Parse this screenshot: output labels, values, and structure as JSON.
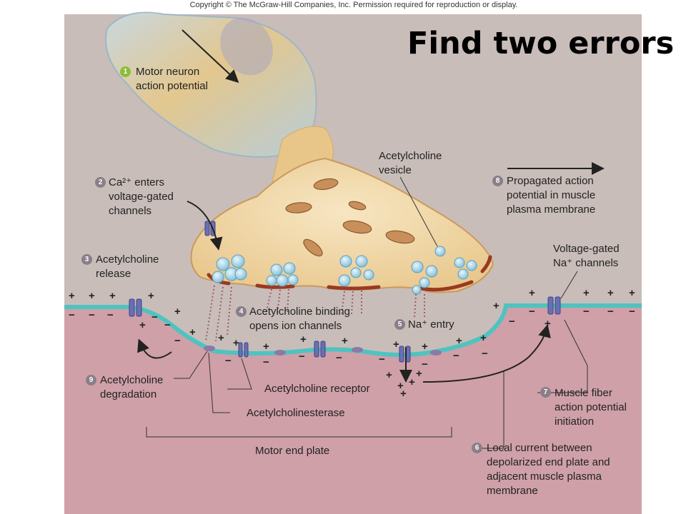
{
  "copyright": "Copyright © The McGraw-Hill Companies, Inc. Permission required for reproduction or display.",
  "headline": "Find two errors",
  "steps": [
    {
      "num": "1",
      "lines": [
        "Motor neuron",
        "action potential"
      ]
    },
    {
      "num": "2",
      "lines": [
        "Ca²⁺ enters",
        "voltage-gated",
        "channels"
      ]
    },
    {
      "num": "3",
      "lines": [
        "Acetylcholine",
        "release"
      ]
    },
    {
      "num": "4",
      "lines": [
        "Acetylcholine binding",
        "opens ion channels"
      ]
    },
    {
      "num": "5",
      "lines": [
        "Na⁺ entry"
      ]
    },
    {
      "num": "6",
      "lines": [
        "Local current between",
        "depolarized end plate and",
        "adjacent muscle plasma",
        "membrane"
      ]
    },
    {
      "num": "7",
      "lines": [
        "Muscle fiber",
        "action potential",
        "initiation"
      ]
    },
    {
      "num": "8",
      "lines": [
        "Propagated action",
        "potential in muscle",
        "plasma membrane"
      ]
    },
    {
      "num": "9",
      "lines": [
        "Acetylcholine",
        "degradation"
      ]
    }
  ],
  "labels": {
    "vesicle": [
      "Acetylcholine",
      "vesicle"
    ],
    "na_channels": [
      "Voltage-gated",
      "Na⁺ channels"
    ],
    "receptor": "Acetylcholine receptor",
    "esterase": "Acetylcholinesterase",
    "end_plate": "Motor end plate"
  },
  "colors": {
    "background": "#c9bdb9",
    "muscle": "#cfa0a8",
    "membrane": "#4fc3c0",
    "terminal": "#f0d9a8",
    "vesicle": "#9cd3e8",
    "channel": "#6a6fb5",
    "step_badge": "#8a7f88",
    "step1_badge": "#8dbb3a"
  }
}
